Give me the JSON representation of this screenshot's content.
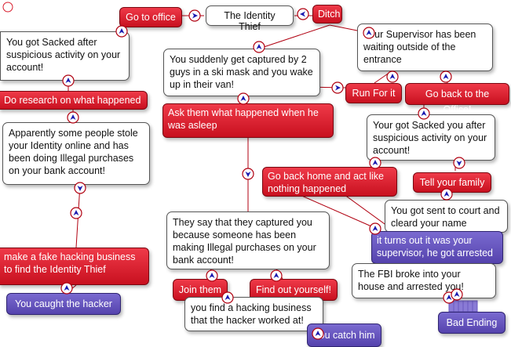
{
  "colors": {
    "choice": "#d81a2a",
    "ending": "#6a58c0",
    "edge": "#b00010",
    "joint": "#1a1ab0"
  },
  "nodes": {
    "identity_thief": "The Identity Thief",
    "go_to_office": "Go to office",
    "ditch": "Ditch",
    "sacked_suspicious": "You got Sacked after suspicious activity on your account!",
    "captured_ski_mask": "You suddenly get captured by 2 guys in a ski mask and you wake up in their van!",
    "supervisor_waiting": "Your Supervisor has been waiting outside of the entrance",
    "do_research": "Do research on what happened",
    "run_for_it": "Run For it",
    "back_to_office": "Go back to the Office!",
    "ask_them": "Ask them what happened when he was asleep",
    "sacked_after": "Your got Sacked you after suspicious activity on your account!",
    "stole_identity": "Apparently some people stole your Identity online and has been doing Illegal purchases on your bank account!",
    "go_back_home": "Go back home and act like nothing happened",
    "tell_family": "Tell your family",
    "court": "You got sent to court and cleard your name",
    "they_say": "They say that they captured you because someone has been making Illegal purchases on your bank account!",
    "supervisor_arrested": "it turns out it was your supervisor, he got arrested",
    "fake_business": "make a fake hacking business to find the Identity Thief",
    "fbi": "The FBI broke into your house and arrested you!",
    "caught_hacker": "You caught the hacker",
    "join_them": "Join them",
    "find_out": "Find out yourself!",
    "hacking_business": "you find a hacking business that the hacker worked at!",
    "bad_ending": "Bad Ending",
    "catch_him": "You catch him"
  }
}
